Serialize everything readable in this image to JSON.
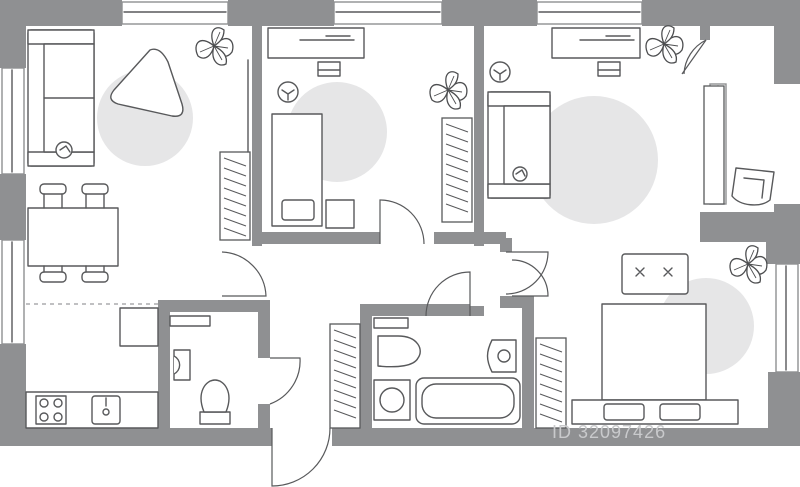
{
  "watermark": {
    "text": "ID 32097426"
  },
  "colors": {
    "wall": "#8f9092",
    "line": "#58595b",
    "rug": "#e6e6e7",
    "background": "#ffffff"
  },
  "rooms": [
    {
      "name": "living-room",
      "furniture": [
        "sofa",
        "coffee-table",
        "dining-table",
        "chairs"
      ]
    },
    {
      "name": "bedroom-1",
      "furniture": [
        "desk",
        "chair",
        "bed",
        "wardrobe"
      ]
    },
    {
      "name": "bedroom-2",
      "furniture": [
        "desk",
        "chair",
        "sofa",
        "wardrobe",
        "armchair"
      ]
    },
    {
      "name": "bedroom-3",
      "furniture": [
        "double-bed",
        "bench",
        "nightstands",
        "wardrobe"
      ]
    },
    {
      "name": "kitchen",
      "furniture": [
        "hob",
        "sink",
        "fridge"
      ]
    },
    {
      "name": "toilet",
      "furniture": [
        "wc",
        "wash-basin"
      ]
    },
    {
      "name": "bathroom",
      "furniture": [
        "bathtub",
        "wc",
        "wash-basin",
        "washing-machine"
      ]
    },
    {
      "name": "hallway",
      "furniture": []
    }
  ]
}
